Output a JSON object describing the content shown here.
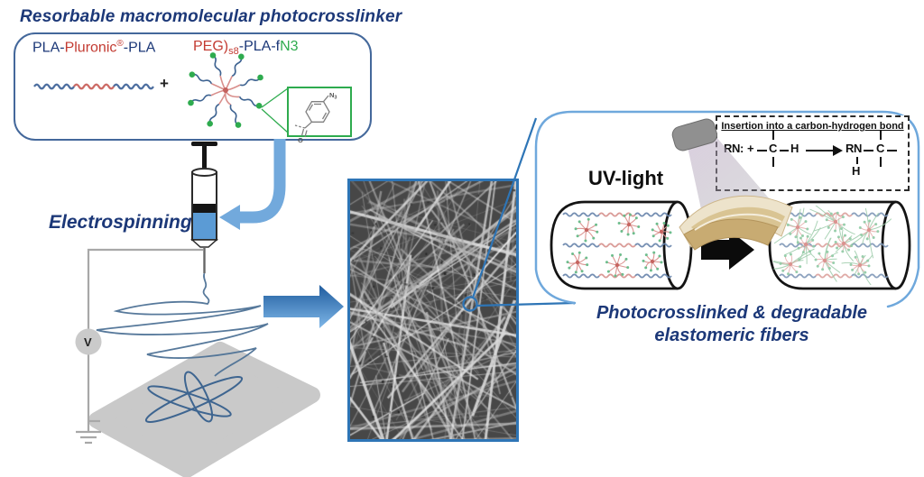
{
  "palette": {
    "navy": "#1C3878",
    "red": "#C33B32",
    "green": "#2EAB4E",
    "chain_blue": "#4E6FA0",
    "chain_red": "#CC6B66",
    "star_pink": "#D98F8C",
    "star_core": "#C4625E",
    "tip_green": "#2EAB4E",
    "net_green": "#9CCBA9",
    "arrow_blue": "#72A9DC",
    "arrow_gradient_dark": "#1F5C9E",
    "arrow_gradient_light": "#7FB7E8",
    "sem_border": "#2E75B6",
    "box_border": "#44689B",
    "panel_border": "#6FA8DC",
    "wire_gray": "#A8A8A8",
    "plate_gray": "#C9C9C9",
    "lamp_gray": "#909090",
    "film_tan": "#D9C493",
    "liquid_blue": "#5B9BD5",
    "carbon_blue": "#4A86C8"
  },
  "header": {
    "title": "Resorbable macromolecular photocrosslinker"
  },
  "reagents": {
    "polymer1": {
      "p1": "PLA-",
      "p2": "Pluronic",
      "sup": "®",
      "p3": "-PLA"
    },
    "plus": "+",
    "polymer2": {
      "p1": "PEG)",
      "sub": "s8",
      "p2": "-PLA-f",
      "p3": "N3"
    },
    "azide": {
      "n": "N",
      "three": "3",
      "o": "O"
    }
  },
  "process": {
    "label": "Electrospinning",
    "voltage": "V"
  },
  "right_panel": {
    "uv_label": "UV-light",
    "inset": {
      "title": "Insertion into a carbon-hydrogen bond",
      "r": "R",
      "n": "N",
      "colon": ":",
      "plus": "+",
      "c": "C",
      "h": "H"
    },
    "caption_line1": "Photocrosslinked & degradable",
    "caption_line2": "elastomeric fibers"
  }
}
